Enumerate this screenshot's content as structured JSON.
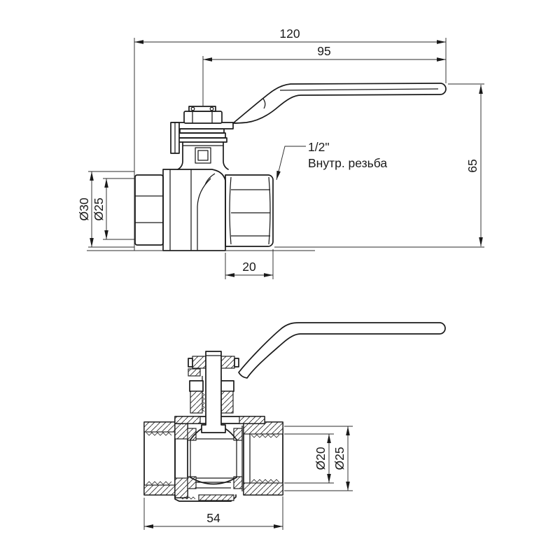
{
  "drawing": {
    "background": "#ffffff",
    "line_color": "#1a1a1a",
    "subject": "ball-valve-two-view-drawing"
  },
  "top_view": {
    "dim_overall_length": "120",
    "dim_handle_length": "95",
    "dim_height": "65",
    "dim_body_od": "Ø30",
    "dim_union_od": "Ø25",
    "dim_coupling_length": "20",
    "thread_note_size": "1/2\"",
    "thread_note_text": "Внутр. резьба"
  },
  "section_view": {
    "dim_bore_od": "Ø20",
    "dim_thread_od": "Ø25",
    "dim_body_length": "54"
  }
}
